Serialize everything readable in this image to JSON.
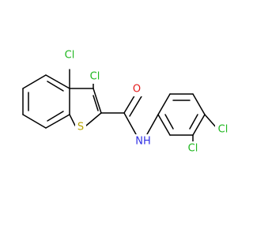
{
  "colors": {
    "background": "#ffffff",
    "bond": "#000000",
    "chlorine": "#1fb71f",
    "oxygen": "#e41b1b",
    "nitrogen": "#2f2fe4",
    "sulfur": "#b7a400",
    "hydrogen": "#2f2fe4"
  },
  "labels": {
    "cl1": "Cl",
    "cl2": "Cl",
    "cl3": "Cl",
    "cl4": "Cl",
    "o": "O",
    "s": "S",
    "nh": "NH"
  }
}
